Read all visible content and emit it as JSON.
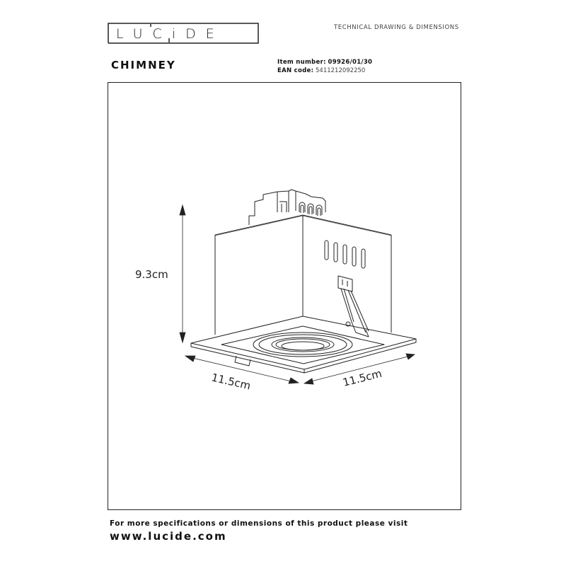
{
  "header": {
    "brand": "LUCIDE",
    "brand_letters": [
      "L",
      "U",
      "C",
      "i",
      "D",
      "E"
    ],
    "document_type": "TECHNICAL DRAWING & DIMENSIONS",
    "product_name": "CHIMNEY",
    "item_number_label": "Item number:",
    "item_number": "09926/01/30",
    "ean_label": "EAN code:",
    "ean_code": "5411212092250"
  },
  "drawing": {
    "subject": "recessed square spotlight housing with terminal block and spring clip",
    "dimensions": {
      "height": "9.3cm",
      "width": "11.5cm",
      "depth": "11.5cm"
    }
  },
  "footer": {
    "note": "For more specifications or dimensions of this product please visit",
    "url": "www.lucide.com"
  }
}
